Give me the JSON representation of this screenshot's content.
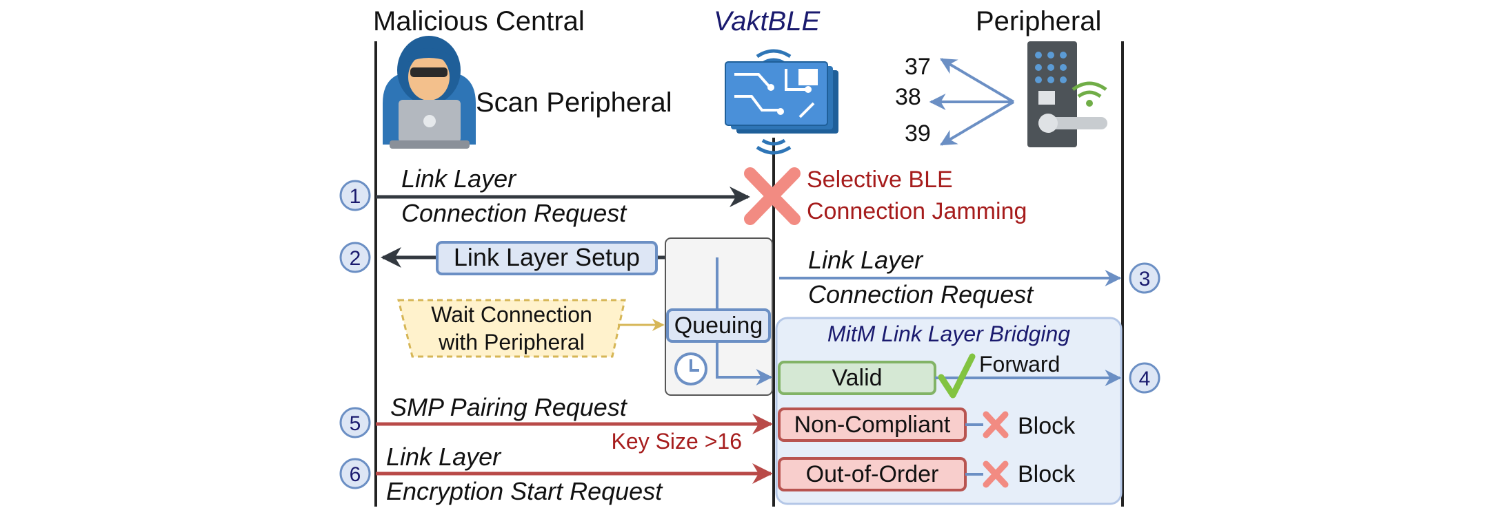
{
  "actors": {
    "central": "Malicious Central",
    "vaktble": "VaktBLE",
    "peripheral": "Peripheral"
  },
  "scan_label": "Scan Peripheral",
  "channels": [
    "37",
    "38",
    "39"
  ],
  "steps": {
    "s1": "1",
    "s2": "2",
    "s3": "3",
    "s4": "4",
    "s5": "5",
    "s6": "6"
  },
  "messages": {
    "ll_conn_req_1_line1": "Link Layer",
    "ll_conn_req_1_line2": "Connection Request",
    "jamming_line1": "Selective BLE",
    "jamming_line2": "Connection Jamming",
    "ll_setup": "Link Layer Setup",
    "ll_conn_req_3_line1": "Link Layer",
    "ll_conn_req_3_line2": "Connection Request",
    "wait_line1": "Wait Connection",
    "wait_line2": "with Peripheral",
    "queuing": "Queuing",
    "bridging_title": "MitM Link Layer Bridging",
    "valid": "Valid",
    "forward": "Forward",
    "smp_pairing": "SMP Pairing Request",
    "key_size": "Key Size >16",
    "non_compliant": "Non-Compliant",
    "block_1": "Block",
    "ll_enc_line1": "Link Layer",
    "ll_enc_line2": "Encryption Start Request",
    "out_of_order": "Out-of-Order",
    "block_2": "Block"
  },
  "colors": {
    "dark_arrow": "#333940",
    "blue_arrow": "#6b8fc4",
    "red_arrow": "#b94a48",
    "red_text": "#a61c1c",
    "navy_text": "#1a1a6e",
    "step_fill": "#dde6f5",
    "step_stroke": "#6b8fc4",
    "green_fill": "#d5e8d4",
    "green_stroke": "#82b366",
    "red_fill": "#f8cecc",
    "red_stroke": "#b85450",
    "yellow_fill": "#fff2cc",
    "yellow_stroke": "#d6b656"
  }
}
